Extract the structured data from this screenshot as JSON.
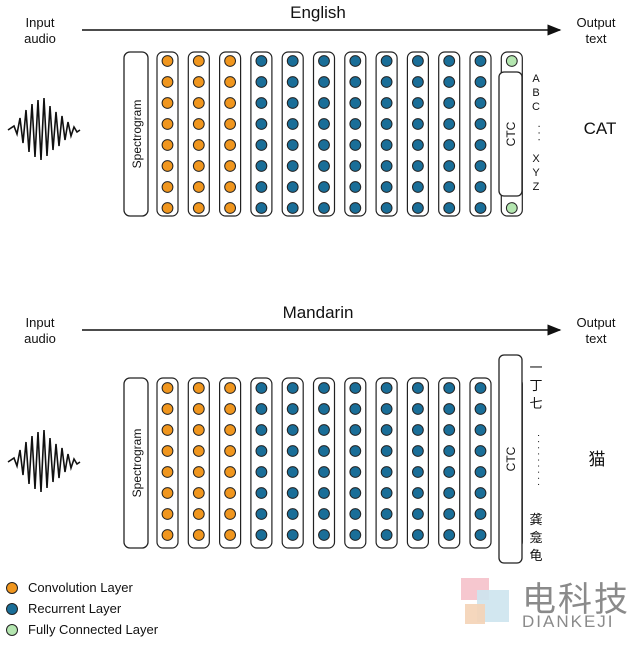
{
  "colors": {
    "convolution": "#f0961e",
    "recurrent": "#1a6e98",
    "fully_connected": "#b4e6b0",
    "stroke": "#222222"
  },
  "panels": [
    {
      "language": "English",
      "input_label": [
        "Input",
        "audio"
      ],
      "output_label": [
        "Output",
        "text"
      ],
      "spectrogram_label": "Spectrogram",
      "ctc_label": "CTC",
      "symbols_top": [
        "A",
        "B",
        "C"
      ],
      "symbols_ellipsis": "·  ·  ·",
      "symbols_bottom": [
        "X",
        "Y",
        "Z"
      ],
      "output_text": "CAT",
      "layers": [
        "conv",
        "conv",
        "conv",
        "rec",
        "rec",
        "rec",
        "rec",
        "rec",
        "rec",
        "rec",
        "rec",
        "fc"
      ]
    },
    {
      "language": "Mandarin",
      "input_label": [
        "Input",
        "audio"
      ],
      "output_label": [
        "Output",
        "text"
      ],
      "spectrogram_label": "Spectrogram",
      "ctc_label": "CTC",
      "symbols_top": [
        "一",
        "丁",
        "七"
      ],
      "symbols_ellipsis": "·  ·  ·  ·  ·  ·  ·  ·  ·",
      "symbols_bottom": [
        "龚",
        "龛",
        "龟"
      ],
      "output_text": "猫",
      "layers": [
        "conv",
        "conv",
        "conv",
        "rec",
        "rec",
        "rec",
        "rec",
        "rec",
        "rec",
        "rec",
        "rec",
        "fc"
      ]
    }
  ],
  "legend": [
    {
      "label": "Convolution Layer",
      "color": "#f0961e"
    },
    {
      "label": "Recurrent Layer",
      "color": "#1a6e98"
    },
    {
      "label": "Fully Connected Layer",
      "color": "#b4e6b0"
    }
  ],
  "watermark": {
    "chinese": "电科技",
    "latin": "DIANKEJI"
  }
}
